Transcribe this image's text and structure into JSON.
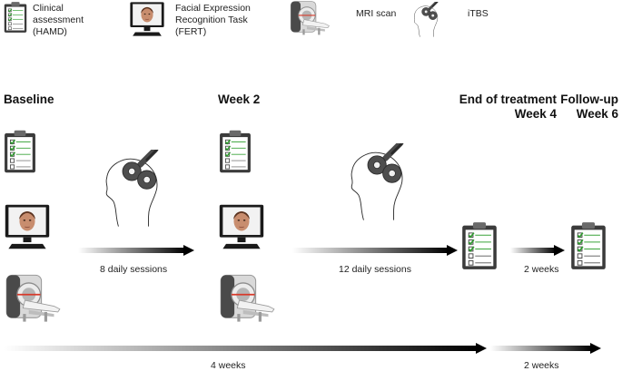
{
  "legend": {
    "clinical": "Clinical\nassessment\n(HAMD)",
    "fert": "Facial Expression\nRecognition Task\n(FERT)",
    "mri": "MRI scan",
    "itbs": "iTBS"
  },
  "stages": {
    "baseline": "Baseline",
    "week2": "Week 2",
    "end_of_treatment": "End of treatment\nWeek 4",
    "follow_up": "Follow-up\nWeek 6"
  },
  "arrows": {
    "sessions_1": "8 daily sessions",
    "sessions_2": "12 daily sessions",
    "interval_1": "2 weeks",
    "timeline_1": "4 weeks",
    "timeline_2": "2 weeks"
  }
}
